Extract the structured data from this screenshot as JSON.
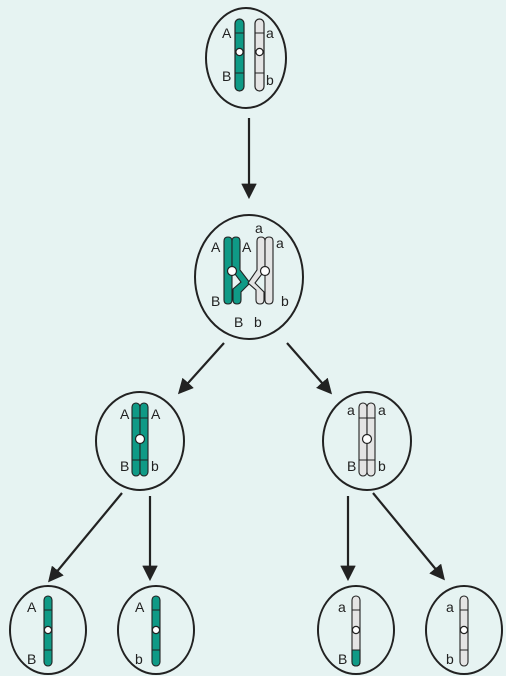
{
  "colors": {
    "background": "#e6f3f2",
    "dominant_chromosome": "#0f9a86",
    "recessive_chromosome": "#e4e4e4",
    "outline": "#222222",
    "centromere": "#ffffff"
  },
  "cells": {
    "parent": {
      "left_labels": [
        "A",
        "B"
      ],
      "right_labels": [
        "a",
        "b"
      ]
    },
    "crossover": {
      "top_labels": [
        "A",
        "A",
        "a",
        "a"
      ],
      "bottom_labels": [
        "B",
        "B",
        "b",
        "b"
      ]
    },
    "daughter_left": {
      "left_labels": [
        "A",
        "B"
      ],
      "right_labels": [
        "A",
        "b"
      ]
    },
    "daughter_right": {
      "left_labels": [
        "a",
        "B"
      ],
      "right_labels": [
        "a",
        "b"
      ]
    },
    "gamete_1": {
      "labels": [
        "A",
        "B"
      ]
    },
    "gamete_2": {
      "labels": [
        "A",
        "b"
      ]
    },
    "gamete_3": {
      "labels": [
        "a",
        "B"
      ]
    },
    "gamete_4": {
      "labels": [
        "a",
        "b"
      ]
    }
  }
}
